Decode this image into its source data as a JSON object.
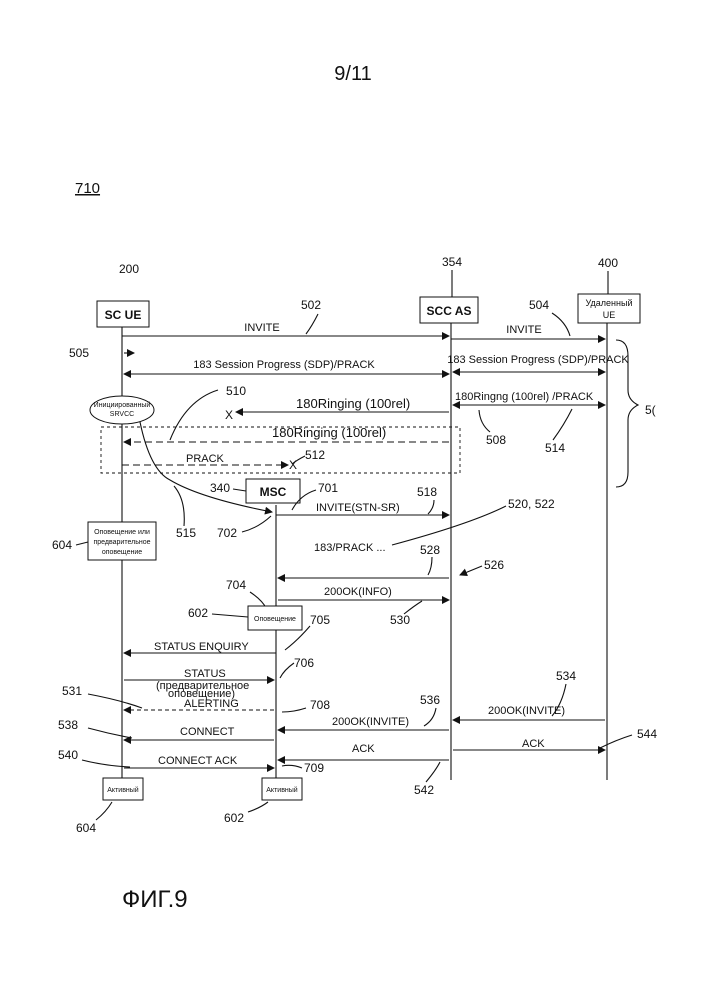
{
  "page_number": "9/11",
  "figure_number": "710",
  "caption": "ФИГ.9",
  "entities": {
    "sc_ue": {
      "label": "SC UE",
      "ref": "200"
    },
    "scc_as": {
      "label": "SCC AS",
      "ref": "354"
    },
    "remote_ue": {
      "label_1": "Удаленный",
      "label_2": "UE",
      "ref": "400"
    },
    "msc": {
      "label": "MSC",
      "ref": "340"
    }
  },
  "messages": {
    "invite_1": "INVITE",
    "invite_2": "INVITE",
    "session_progress_1": "183 Session Progress (SDP)/PRACK",
    "session_progress_2": "183 Session Progress (SDP)/PRACK",
    "ringing_1": "180Ringing (100rel)",
    "ringing_2": "180Ringng (100rel) /PRACK",
    "ringing_3": "180Ringing (100rel)",
    "prack": "PRACK",
    "invite_stn": "INVITE(STN-SR)",
    "prack_183": "183/PRACK ...",
    "ok_info": "200OK(INFO)",
    "status_enquiry": "STATUS ENQUIRY",
    "status": "STATUS",
    "status_sub_1": "(предварительное",
    "status_sub_2": "оповещение)",
    "alerting": "ALERTING",
    "ok_invite_1": "200OK(INVITE)",
    "ok_invite_2": "200OK(INVITE)",
    "connect": "CONNECT",
    "connect_ack": "CONNECT ACK",
    "ack_1": "ACK",
    "ack_2": "ACK"
  },
  "boxes": {
    "initiated_1": "Инициированный",
    "initiated_2": "SRVCC",
    "alerting_box_1": "Оповещение или",
    "alerting_box_2": "предварительное",
    "alerting_box_3": "оповещение",
    "alerting_msc": "Оповещение",
    "active_1": "Активный",
    "active_2": "Активный"
  },
  "cross_marks": {
    "x1": "X",
    "x2": "X"
  },
  "refs": {
    "r502": "502",
    "r504": "504",
    "r505": "505",
    "r510": "510",
    "r5c": "5(",
    "r508": "508",
    "r514": "514",
    "r512": "512",
    "r701": "701",
    "r518": "518",
    "r520": "520, 522",
    "r702": "702",
    "r515": "515",
    "r604a": "604",
    "r528": "528",
    "r526": "526",
    "r704": "704",
    "r530": "530",
    "r602a": "602",
    "r705": "705",
    "r706": "706",
    "r531": "531",
    "r708": "708",
    "r536": "536",
    "r534": "534",
    "r538": "538",
    "r544": "544",
    "r540": "540",
    "r709": "709",
    "r542": "542",
    "r604b": "604",
    "r602b": "602"
  }
}
